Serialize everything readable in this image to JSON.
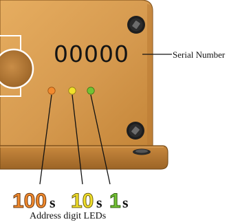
{
  "serial": {
    "digits": "00000",
    "label": "Serial Number"
  },
  "leds": {
    "caption": "Address digit LEDs",
    "items": [
      {
        "digit_label": "100",
        "unit": "s",
        "color": "#f28a2e"
      },
      {
        "digit_label": "10",
        "unit": "s",
        "color": "#f2e02a"
      },
      {
        "digit_label": "1",
        "unit": "s",
        "color": "#73c234"
      }
    ]
  },
  "colors": {
    "panel": "#d69a4f",
    "panel_dark": "#a9702c",
    "panel_edge": "#7a4f1c",
    "screw": "#1e1e1e"
  }
}
